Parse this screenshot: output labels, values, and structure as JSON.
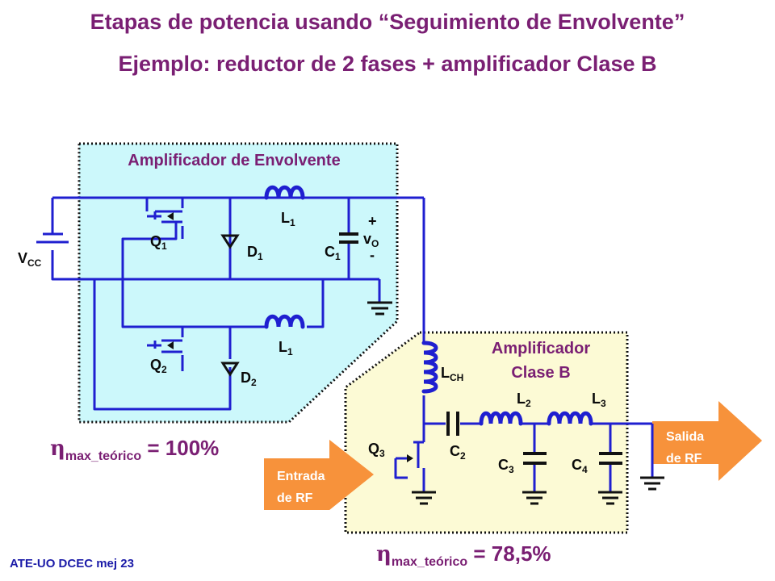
{
  "title": "Etapas de potencia usando “Seguimiento de Envolvente”",
  "subtitle": "Ejemplo: reductor de 2 fases + amplificador Clase B",
  "envelope_box": {
    "label": "Amplificador de Envolvente"
  },
  "classb_box": {
    "label_line1": "Amplificador",
    "label_line2": "Clase B"
  },
  "components": {
    "vcc": {
      "main": "V",
      "sub": "CC"
    },
    "q1": {
      "main": "Q",
      "sub": "1"
    },
    "q2": {
      "main": "Q",
      "sub": "2"
    },
    "q3": {
      "main": "Q",
      "sub": "3"
    },
    "d1": {
      "main": "D",
      "sub": "1"
    },
    "d2": {
      "main": "D",
      "sub": "2"
    },
    "l1_top": {
      "main": "L",
      "sub": "1"
    },
    "l1_bottom": {
      "main": "L",
      "sub": "1"
    },
    "c1": {
      "main": "C",
      "sub": "1"
    },
    "vo": {
      "main": "v",
      "sub": "O",
      "plus": "+",
      "minus": "-"
    },
    "lch": {
      "main": "L",
      "sub": "CH"
    },
    "c2": {
      "main": "C",
      "sub": "2"
    },
    "l2": {
      "main": "L",
      "sub": "2"
    },
    "l3": {
      "main": "L",
      "sub": "3"
    },
    "c3": {
      "main": "C",
      "sub": "3"
    },
    "c4": {
      "main": "C",
      "sub": "4"
    }
  },
  "efficiency_envelope": {
    "symbol": "η",
    "sub": "max_teórico",
    "value": " = 100%"
  },
  "efficiency_classb": {
    "symbol": "η",
    "sub": "max_teórico",
    "value": " = 78,5%"
  },
  "rf_input": {
    "line1": "Entrada",
    "line2": "de RF"
  },
  "rf_output": {
    "line1": "Salida",
    "line2": "de RF"
  },
  "footer": "ATE-UO DCEC mej 23",
  "colors": {
    "title": "#7a1f73",
    "wire": "#1f1fd0",
    "text": "#0a0a0a",
    "envelope_fill": "#ccf8fb",
    "classb_fill": "#fcfad5",
    "arrow": "#f7923b",
    "efficiency": "#7a1f73",
    "box_border": "#111111"
  }
}
